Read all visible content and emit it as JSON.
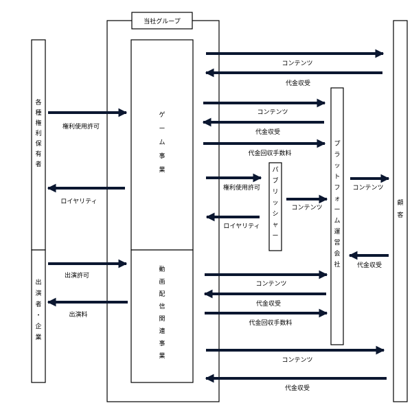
{
  "diagram": {
    "group_title": "当社グループ",
    "entities": {
      "rights_holders": "各種権利保有者",
      "performers": "出演者・企業",
      "game_business": "ゲーム事業",
      "video_business": "動画配信関連事業",
      "publisher": "パブリッシャー",
      "platform": "プラットフォーム運営会社",
      "customers": "顧客"
    },
    "flows": {
      "rights_license": "権利使用許可",
      "royalty": "ロイヤリティ",
      "appearance_permission": "出演許可",
      "appearance_fee": "出演料",
      "game_to_customer_content": "コンテンツ",
      "customer_to_game_payment": "代金収受",
      "game_to_platform_content": "コンテンツ",
      "platform_to_game_payment": "代金収受",
      "game_to_platform_fee": "代金回収手数料",
      "game_to_publisher_license": "権利使用許可",
      "publisher_to_game_royalty": "ロイヤリティ",
      "publisher_to_platform_content": "コンテンツ",
      "platform_to_customer_content": "コンテンツ",
      "customer_to_platform_payment": "代金収受",
      "video_to_platform_content": "コンテンツ",
      "platform_to_video_payment": "代金収受",
      "video_to_platform_fee": "代金回収手数料",
      "video_to_customer_content": "コンテンツ",
      "customer_to_video_payment": "代金収受"
    },
    "colors": {
      "arrow": "#0b1730",
      "line": "#000000"
    }
  }
}
